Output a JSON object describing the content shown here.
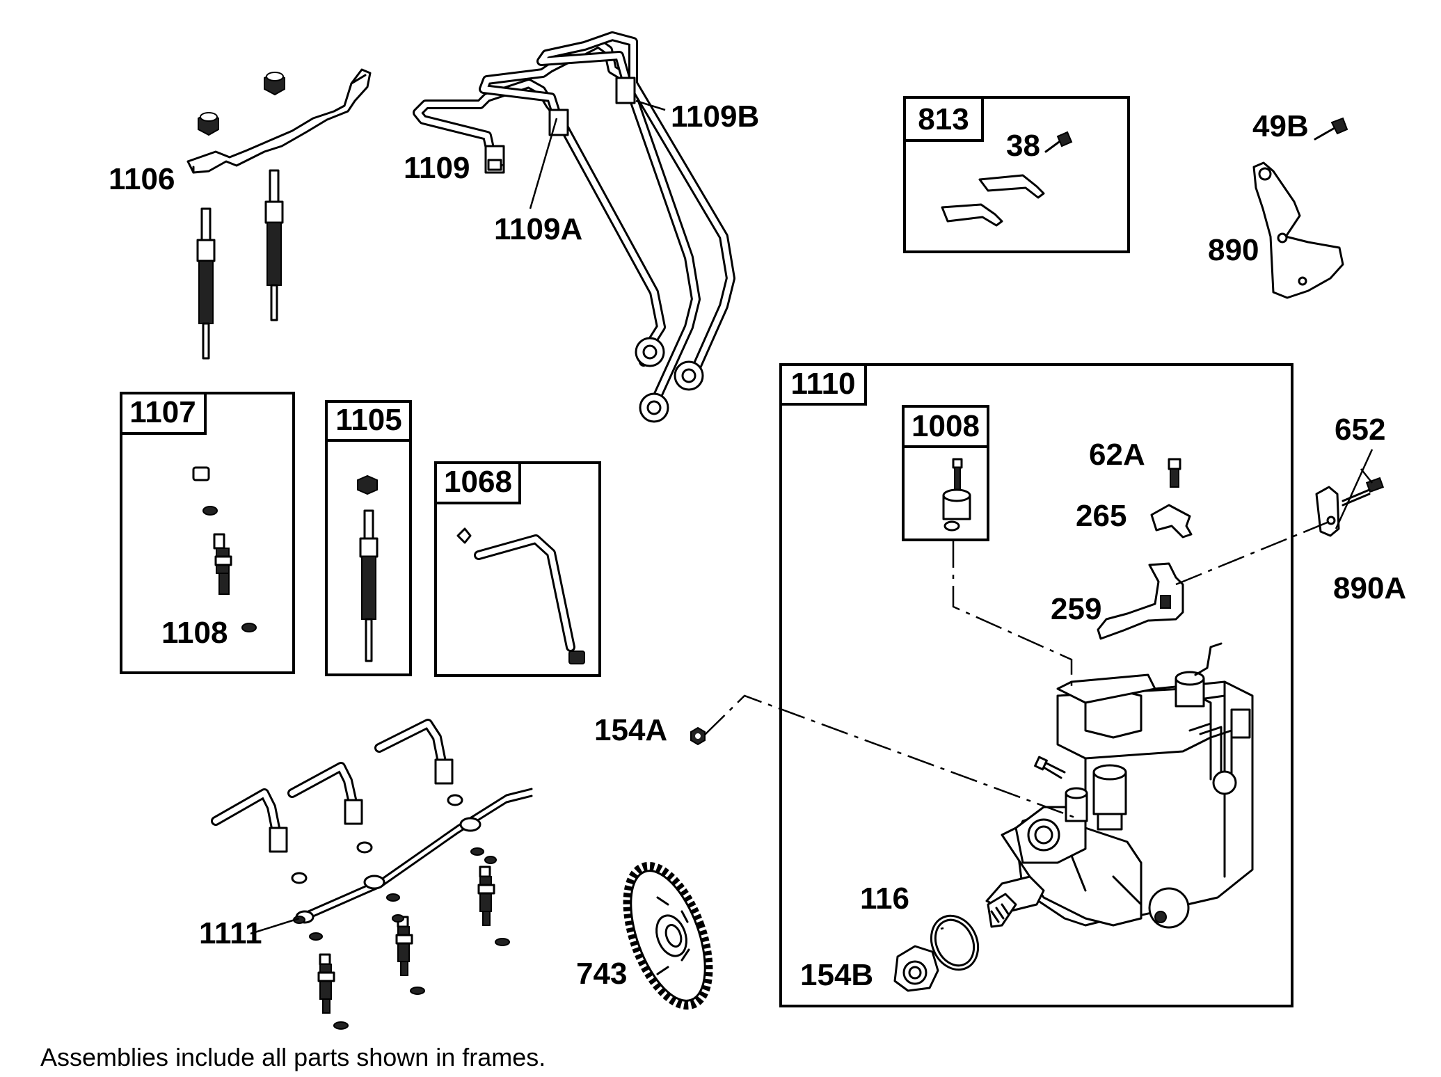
{
  "diagram": {
    "note": "Assemblies include all parts shown in frames.",
    "frames": [
      {
        "id": "813",
        "label": "813"
      },
      {
        "id": "1110",
        "label": "1110"
      },
      {
        "id": "1008",
        "label": "1008"
      },
      {
        "id": "1107",
        "label": "1107"
      },
      {
        "id": "1105",
        "label": "1105"
      },
      {
        "id": "1068",
        "label": "1068"
      }
    ],
    "callouts": [
      "1106",
      "1109",
      "1109A",
      "1109B",
      "38",
      "49B",
      "890",
      "652",
      "62A",
      "265",
      "890A",
      "259",
      "1108",
      "154A",
      "116",
      "154B",
      "1111",
      "743"
    ]
  }
}
